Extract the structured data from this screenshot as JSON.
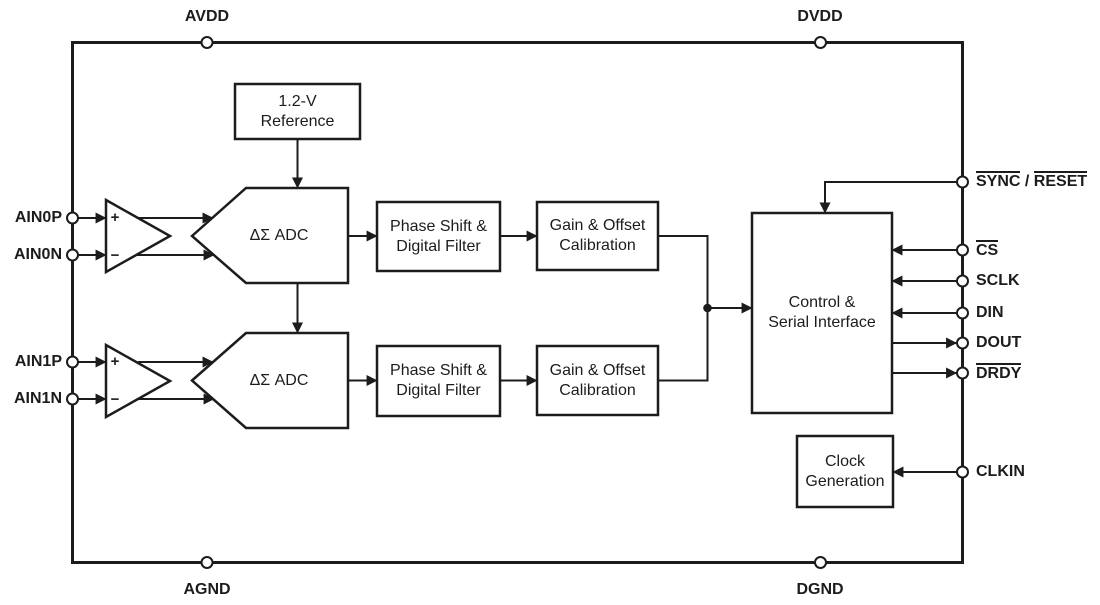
{
  "diagram_type": "functional-block-diagram",
  "pins": {
    "top": {
      "avdd": "AVDD",
      "dvdd": "DVDD"
    },
    "bottom": {
      "agnd": "AGND",
      "dgnd": "DGND"
    },
    "left": {
      "ain0p": "AIN0P",
      "ain0n": "AIN0N",
      "ain1p": "AIN1P",
      "ain1n": "AIN1N"
    },
    "right": {
      "sync": "SYNC",
      "sync_separator": " / ",
      "reset": "RESET",
      "cs": "CS",
      "sclk": "SCLK",
      "din": "DIN",
      "dout": "DOUT",
      "drdy": "DRDY",
      "clkin": "CLKIN"
    }
  },
  "blocks": {
    "reference": {
      "line1": "1.2-V",
      "line2": "Reference"
    },
    "adc0": {
      "label": "ΔΣ ADC"
    },
    "adc1": {
      "label": "ΔΣ ADC"
    },
    "phase0": {
      "line1": "Phase Shift &",
      "line2": "Digital Filter"
    },
    "phase1": {
      "line1": "Phase Shift &",
      "line2": "Digital Filter"
    },
    "cal0": {
      "line1": "Gain & Offset",
      "line2": "Calibration"
    },
    "cal1": {
      "line1": "Gain & Offset",
      "line2": "Calibration"
    },
    "control": {
      "line1": "Control &",
      "line2": "Serial Interface"
    },
    "clock": {
      "line1": "Clock",
      "line2": "Generation"
    }
  },
  "amplifiers": {
    "plus": "+",
    "minus": "−"
  },
  "colors": {
    "ink": "#1c1c1c",
    "background": "#ffffff"
  }
}
